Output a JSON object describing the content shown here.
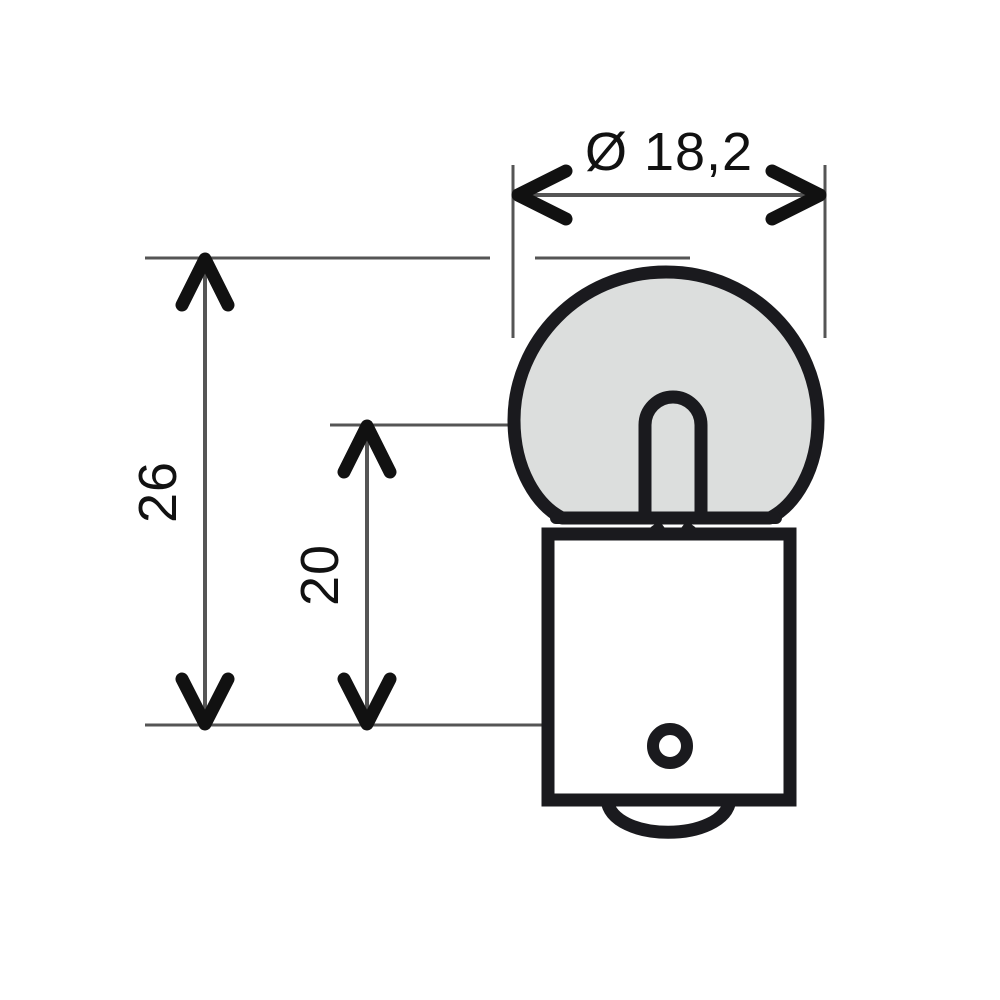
{
  "drawing": {
    "title": "Bulb dimensional drawing",
    "subject": "incandescent-bulb-bayonet-base",
    "background_color": "#ffffff",
    "line_color": "#1a1a1e",
    "thin_line_color": "#555555",
    "glass_fill_color": "#dcdedd",
    "base_fill_color": "#ffffff"
  },
  "dimensions": {
    "diameter": {
      "label": "Ø 18,2",
      "value": "18,2",
      "symbol": "Ø",
      "orientation": "horizontal",
      "position": "top"
    },
    "overall_height": {
      "label": "26",
      "value": "26",
      "orientation": "vertical-rotated",
      "position": "left-outer"
    },
    "glass_height": {
      "label": "20",
      "value": "20",
      "orientation": "vertical-rotated",
      "position": "left-inner"
    }
  },
  "parts": {
    "glass_envelope": "glass-bulb-envelope",
    "filament_support": "filament-support",
    "pinch_seal": "pinch-seal-notch",
    "metal_base": "bayonet-metal-base",
    "bayonet_pin": "bayonet-pin",
    "bottom_contact": "bottom-solder-contact"
  }
}
